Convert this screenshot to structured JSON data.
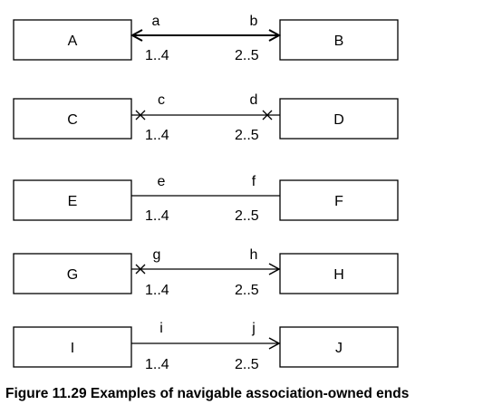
{
  "caption": "Figure 11.29  Examples of navigable association-owned ends",
  "rows": [
    {
      "left_class": "A",
      "right_class": "B",
      "left_end": "a",
      "right_end": "b",
      "left_multiplicity": "1..4",
      "right_multiplicity": "2..5",
      "left_marker": "arrow",
      "right_marker": "arrow"
    },
    {
      "left_class": "C",
      "right_class": "D",
      "left_end": "c",
      "right_end": "d",
      "left_multiplicity": "1..4",
      "right_multiplicity": "2..5",
      "left_marker": "cross",
      "right_marker": "cross"
    },
    {
      "left_class": "E",
      "right_class": "F",
      "left_end": "e",
      "right_end": "f",
      "left_multiplicity": "1..4",
      "right_multiplicity": "2..5",
      "left_marker": "none",
      "right_marker": "none"
    },
    {
      "left_class": "G",
      "right_class": "H",
      "left_end": "g",
      "right_end": "h",
      "left_multiplicity": "1..4",
      "right_multiplicity": "2..5",
      "left_marker": "cross",
      "right_marker": "arrow"
    },
    {
      "left_class": "I",
      "right_class": "J",
      "left_end": "i",
      "right_end": "j",
      "left_multiplicity": "1..4",
      "right_multiplicity": "2..5",
      "left_marker": "none",
      "right_marker": "arrow"
    }
  ],
  "colors": {
    "stroke": "#000000",
    "text": "#000000",
    "background": "#ffffff"
  }
}
